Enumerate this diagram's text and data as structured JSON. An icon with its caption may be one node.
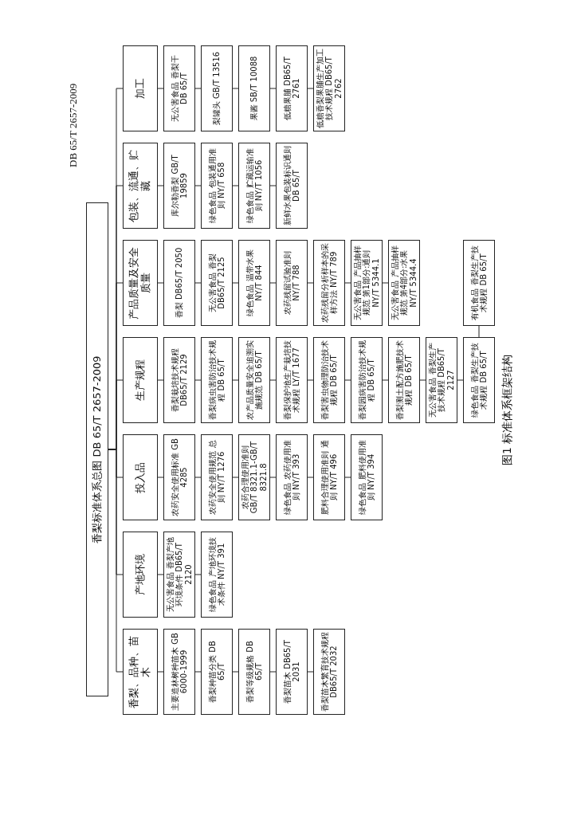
{
  "diagram": {
    "caption": "图1 标准体系框架结构",
    "nodes": [
      {
        "text": [
          "香梨标准体系总图 DB 65/T 2657-2009"
        ]
      },
      {
        "text": [
          "香梨、品种、苗木"
        ]
      },
      {
        "text": [
          "产地环境"
        ]
      },
      {
        "text": [
          "投入品"
        ]
      },
      {
        "text": [
          "生产规程"
        ]
      },
      {
        "text": [
          "产品质量及安全质量"
        ]
      },
      {
        "text": [
          "包装、流通、贮藏"
        ]
      },
      {
        "text": [
          "加工"
        ]
      },
      {
        "text": [
          "主要造林树种苗木 GB 6000-1999"
        ]
      },
      {
        "text": [
          "香梨种苗分类 DB 65/T"
        ]
      },
      {
        "text": [
          "香梨等级规格 DB 65/T"
        ]
      },
      {
        "text": [
          "香梨苗木 DB65/T 2031"
        ]
      },
      {
        "text": [
          "香梨苗木繁育技术规程 DB65/T 2032"
        ]
      },
      {
        "text": [
          "无公害食品 香梨产地环境条件 DB65/T 2120"
        ]
      },
      {
        "text": [
          "绿色食品 产地环境技术条件 NY/T 391"
        ]
      },
      {
        "text": [
          "农药安全使用标准 GB 4285"
        ]
      },
      {
        "text": [
          "农药安全使用规范 总则 NY/T 1276"
        ]
      },
      {
        "text": [
          "农药合理使用准则 GB/T 8321.1-GB/T 8321.8"
        ]
      },
      {
        "text": [
          "绿色食品 农药使用准则 NY/T 393"
        ]
      },
      {
        "text": [
          "肥料合理使用准则 通则 NY/T 496"
        ]
      },
      {
        "text": [
          "绿色食品 肥料使用准则 NY/T 394"
        ]
      },
      {
        "text": [
          "香梨栽培技术规程 DB65/T 2129"
        ]
      },
      {
        "text": [
          "香梨病虫害防治技术规程 DB 65/T"
        ]
      },
      {
        "text": [
          "农产品质量安全追溯实施规范 DB 65/T"
        ]
      },
      {
        "text": [
          "香梨保护地生产栽培技术规程 LY/T 1677"
        ]
      },
      {
        "text": [
          "香梨害虫物理防治技术规程 DB 65/T"
        ]
      },
      {
        "text": [
          "香梨园病害防治技术规程 DB 65/T"
        ]
      },
      {
        "text": [
          "香梨测土配方施肥技术规程 DB 65/T"
        ]
      },
      {
        "text": [
          "无公害食品 香梨生产技术规程 DB65/T 2127"
        ]
      },
      {
        "text": [
          "绿色食品 香梨生产技术规程 DB 65/T"
        ]
      },
      {
        "text": [
          "香梨 DB65/T 2050"
        ]
      },
      {
        "text": [
          "无公害食品 香梨 DB65/T 2125"
        ]
      },
      {
        "text": [
          "绿色食品 温带水果 NY/T 844"
        ]
      },
      {
        "text": [
          "农药残留试验准则 NY/T 788"
        ]
      },
      {
        "text": [
          "农药残留分析样本的采样方法 NY/T 789"
        ]
      },
      {
        "text": [
          "无公害食品 产品抽样规范 第1部分:通则 NY/T 5344.1"
        ]
      },
      {
        "text": [
          "无公害食品 产品抽样规范 第4部分:水果 NY/T 5344.4"
        ]
      },
      {
        "text": [
          "有机食品 香梨生产技术规程 DB 65/T"
        ]
      },
      {
        "text": [
          "库尔勒香梨 GB/T 19859"
        ]
      },
      {
        "text": [
          "绿色食品 包装通用准则 NY/T 658"
        ]
      },
      {
        "text": [
          "绿色食品 贮藏运输准则 NY/T 1056"
        ]
      },
      {
        "text": [
          "新鲜水果包装标识通则 DB 65/T"
        ]
      },
      {
        "text": [
          "无公害食品 香梨干 DB 65/T"
        ]
      },
      {
        "text": [
          "梨罐头 GB/T 13516"
        ]
      },
      {
        "text": [
          "果酱 SB/T 10088"
        ]
      },
      {
        "text": [
          "低糖果脯 DB65/T 2761"
        ]
      },
      {
        "text": [
          "低糖香梨果脯生产加工技术规程 DB65/T 2762"
        ]
      }
    ],
    "edges": [
      {
        "from": 0,
        "to": 1,
        "arrow": "none"
      },
      {
        "from": 0,
        "to": 2,
        "arrow": "none"
      },
      {
        "from": 0,
        "to": 3,
        "arrow": "none"
      },
      {
        "from": 0,
        "to": 4,
        "arrow": "none"
      },
      {
        "from": 0,
        "to": 5,
        "arrow": "none"
      },
      {
        "from": 0,
        "to": 6,
        "arrow": "none"
      },
      {
        "from": 0,
        "to": 7,
        "arrow": "none"
      },
      {
        "from": 1,
        "to": 8,
        "arrow": "none"
      },
      {
        "from": 8,
        "to": 9,
        "arrow": "none"
      },
      {
        "from": 9,
        "to": 10,
        "arrow": "none"
      },
      {
        "from": 10,
        "to": 11,
        "arrow": "none"
      },
      {
        "from": 11,
        "to": 12,
        "arrow": "none"
      },
      {
        "from": 2,
        "to": 13,
        "arrow": "none"
      },
      {
        "from": 13,
        "to": 14,
        "arrow": "none"
      },
      {
        "from": 3,
        "to": 15,
        "arrow": "none"
      },
      {
        "from": 15,
        "to": 16,
        "arrow": "none"
      },
      {
        "from": 16,
        "to": 17,
        "arrow": "none"
      },
      {
        "from": 17,
        "to": 18,
        "arrow": "none"
      },
      {
        "from": 18,
        "to": 19,
        "arrow": "none"
      },
      {
        "from": 19,
        "to": 20,
        "arrow": "none"
      },
      {
        "from": 4,
        "to": 21,
        "arrow": "none"
      },
      {
        "from": 21,
        "to": 22,
        "arrow": "none"
      },
      {
        "from": 22,
        "to": 23,
        "arrow": "none"
      },
      {
        "from": 23,
        "to": 24,
        "arrow": "none"
      },
      {
        "from": 24,
        "to": 25,
        "arrow": "none"
      },
      {
        "from": 25,
        "to": 26,
        "arrow": "none"
      },
      {
        "from": 26,
        "to": 27,
        "arrow": "none"
      },
      {
        "from": 27,
        "to": 28,
        "arrow": "none"
      },
      {
        "from": 28,
        "to": 29,
        "arrow": "none"
      },
      {
        "from": 29,
        "to": 37,
        "arrow": "none"
      },
      {
        "from": 5,
        "to": 30,
        "arrow": "none"
      },
      {
        "from": 30,
        "to": 31,
        "arrow": "none"
      },
      {
        "from": 31,
        "to": 32,
        "arrow": "none"
      },
      {
        "from": 32,
        "to": 33,
        "arrow": "none"
      },
      {
        "from": 33,
        "to": 34,
        "arrow": "none"
      },
      {
        "from": 34,
        "to": 35,
        "arrow": "none"
      },
      {
        "from": 35,
        "to": 36,
        "arrow": "none"
      },
      {
        "from": 6,
        "to": 38,
        "arrow": "none"
      },
      {
        "from": 38,
        "to": 39,
        "arrow": "none"
      },
      {
        "from": 39,
        "to": 40,
        "arrow": "none"
      },
      {
        "from": 40,
        "to": 41,
        "arrow": "none"
      },
      {
        "from": 7,
        "to": 42,
        "arrow": "none"
      },
      {
        "from": 42,
        "to": 43,
        "arrow": "none"
      },
      {
        "from": 43,
        "to": 44,
        "arrow": "none"
      },
      {
        "from": 44,
        "to": 45,
        "arrow": "none"
      },
      {
        "from": 45,
        "to": 46,
        "arrow": "none"
      }
    ],
    "labels": [
      "DB 65/T 2657-2009"
    ]
  }
}
